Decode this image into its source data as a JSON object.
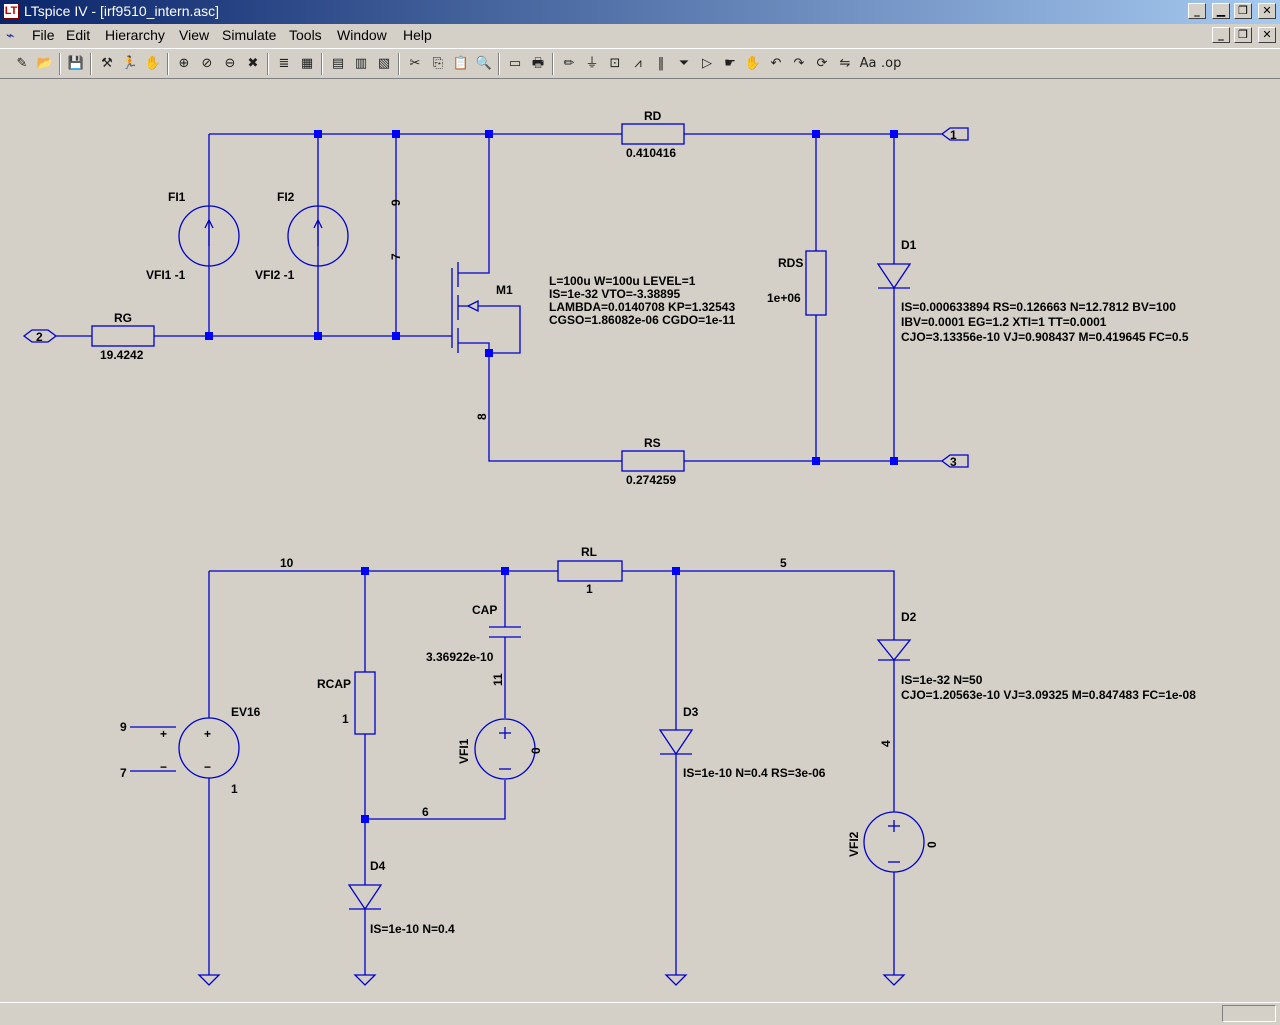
{
  "window": {
    "title": "LTspice IV - [irf9510_intern.asc]",
    "logo_glyph": "LT"
  },
  "menu": [
    "File",
    "Edit",
    "Hierarchy",
    "View",
    "Simulate",
    "Tools",
    "Window",
    "Help"
  ],
  "toolbar_icons": [
    "new-schematic-icon",
    "open-icon",
    "save-icon",
    "control-panel-icon",
    "run-icon",
    "halt-icon",
    "zoom-in-icon",
    "zoom-pan-icon",
    "zoom-out-icon",
    "zoom-cancel-icon",
    "autorange-icon",
    "grid-icon",
    "tile-horizontal-icon",
    "cascade-icon",
    "tile-vertical-icon",
    "cut-icon",
    "copy-icon",
    "paste-icon",
    "find-icon",
    "print-setup-icon",
    "print-icon",
    "draw-wire-icon",
    "ground-icon",
    "label-net-icon",
    "resistor-icon",
    "capacitor-icon",
    "diode-icon",
    "component-icon",
    "move-icon",
    "drag-icon",
    "undo-icon",
    "redo-icon",
    "rotate-icon",
    "mirror-icon",
    "text-icon",
    "spice-directive-icon"
  ],
  "toolbar_glyphs": [
    "✎",
    "📂",
    "💾",
    "⚒",
    "🏃",
    "✋",
    "⊕",
    "⊘",
    "⊖",
    "✖",
    "≣",
    "▦",
    "▤",
    "▥",
    "▧",
    "✂",
    "⎘",
    "📋",
    "🔍",
    "▭",
    "🖶",
    "✏",
    "⏚",
    "⊡",
    "⩘",
    "‖",
    "⏷",
    "▷",
    "☛",
    "✋",
    "↶",
    "↷",
    "⟳",
    "⇋",
    "Aa",
    ".op"
  ],
  "schematic": {
    "colors": {
      "wire": "#0000cc",
      "node": "#0000ff",
      "background": "#d4d0c8",
      "text": "#000000"
    },
    "labels": {
      "RD": "RD",
      "RD_val": "0.410416",
      "FI1": "FI1",
      "FI1_val": "VFI1 -1",
      "FI2": "FI2",
      "FI2_val": "VFI2 -1",
      "RG": "RG",
      "RG_val": "19.4242",
      "M1": "M1",
      "M1_m1": "L=100u W=100u LEVEL=1",
      "M1_m2": "IS=1e-32 VTO=-3.38895",
      "M1_m3": "LAMBDA=0.0140708 KP=1.32543",
      "M1_m4": "CGSO=1.86082e-06 CGDO=1e-11",
      "RDS": "RDS",
      "RDS_val": "1e+06",
      "D1": "D1",
      "D1_m1": "IS=0.000633894 RS=0.126663 N=12.7812 BV=100",
      "D1_m2": "IBV=0.0001 EG=1.2 XTI=1 TT=0.0001",
      "D1_m3": "CJO=3.13356e-10 VJ=0.908437 M=0.419645 FC=0.5",
      "RS": "RS",
      "RS_val": "0.274259",
      "net9": "9",
      "net7": "7",
      "net8": "8",
      "port1": "1",
      "port2": "2",
      "port3": "3",
      "net10": "10",
      "RL": "RL",
      "RL_val": "1",
      "net5": "5",
      "CAP": "CAP",
      "CAP_val": "3.36922e-10",
      "net11": "11",
      "RCAP": "RCAP",
      "RCAP_val": "1",
      "EV16": "EV16",
      "EV16_val": "1",
      "EV16_in_p": "9",
      "EV16_in_n": "7",
      "VFI1": "VFI1",
      "VFI1_val": "0",
      "net6": "6",
      "D3": "D3",
      "D3_m": "IS=1e-10 N=0.4 RS=3e-06",
      "D2": "D2",
      "D2_m1": "IS=1e-32 N=50",
      "D2_m2": "CJO=1.20563e-10 VJ=3.09325 M=0.847483 FC=1e-08",
      "net4": "4",
      "VFI2": "VFI2",
      "VFI2_val": "0",
      "D4": "D4",
      "D4_m": "IS=1e-10 N=0.4",
      "plus": "+",
      "minus": "−"
    }
  }
}
